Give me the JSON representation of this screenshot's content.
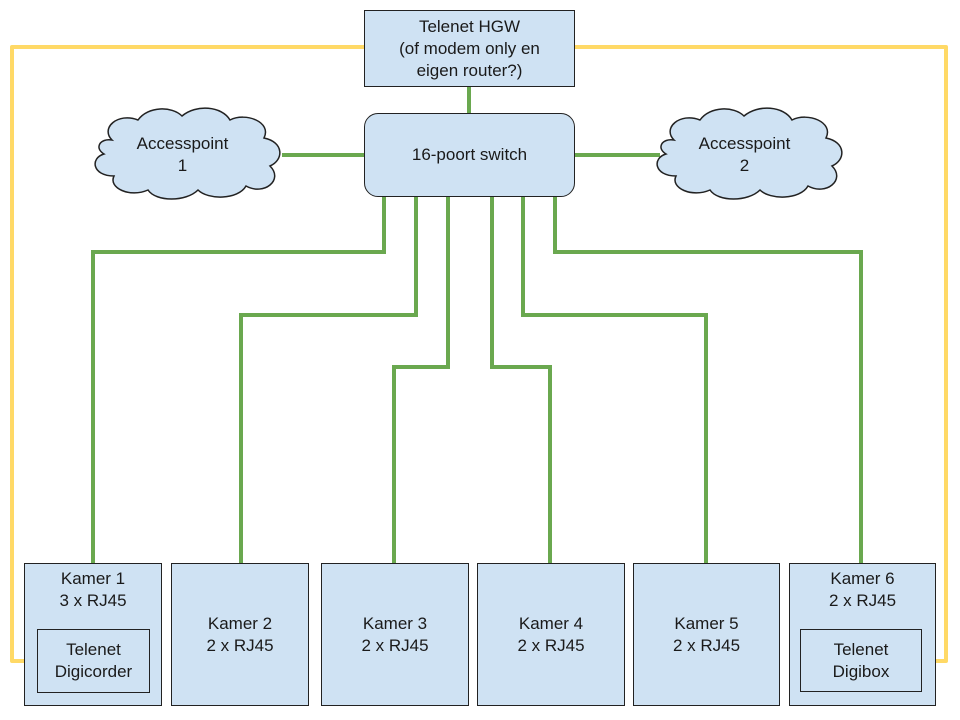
{
  "diagram": {
    "title": "Home network layout",
    "colors": {
      "node_fill": "#cfe2f3",
      "ethernet_wire": "#6aa84f",
      "coax_wire": "#ffd966",
      "border": "#222222"
    },
    "gateway": {
      "lines": [
        "Telenet HGW",
        "(of modem only en",
        "eigen router?)"
      ]
    },
    "switch": {
      "label": "16-poort switch"
    },
    "accesspoints": [
      {
        "lines": [
          "Accesspoint",
          "1"
        ]
      },
      {
        "lines": [
          "Accesspoint",
          "2"
        ]
      }
    ],
    "rooms": [
      {
        "name": "Kamer 1",
        "ports": "3 x RJ45",
        "device": [
          "Telenet",
          "Digicorder"
        ]
      },
      {
        "name": "Kamer 2",
        "ports": "2 x RJ45"
      },
      {
        "name": "Kamer 3",
        "ports": "2 x RJ45"
      },
      {
        "name": "Kamer 4",
        "ports": "2 x RJ45"
      },
      {
        "name": "Kamer 5",
        "ports": "2 x RJ45"
      },
      {
        "name": "Kamer 6",
        "ports": "2 x RJ45",
        "device": [
          "Telenet",
          "Digibox"
        ]
      }
    ],
    "connections": [
      {
        "from": "gateway",
        "to": "switch",
        "type": "ethernet"
      },
      {
        "from": "switch",
        "to": "accesspoint-1",
        "type": "ethernet"
      },
      {
        "from": "switch",
        "to": "accesspoint-2",
        "type": "ethernet"
      },
      {
        "from": "switch",
        "to": "kamer-1",
        "type": "ethernet"
      },
      {
        "from": "switch",
        "to": "kamer-2",
        "type": "ethernet"
      },
      {
        "from": "switch",
        "to": "kamer-3",
        "type": "ethernet"
      },
      {
        "from": "switch",
        "to": "kamer-4",
        "type": "ethernet"
      },
      {
        "from": "switch",
        "to": "kamer-5",
        "type": "ethernet"
      },
      {
        "from": "switch",
        "to": "kamer-6",
        "type": "ethernet"
      },
      {
        "from": "gateway",
        "to": "telenet-digicorder",
        "type": "coax"
      },
      {
        "from": "gateway",
        "to": "telenet-digibox",
        "type": "coax"
      }
    ]
  }
}
